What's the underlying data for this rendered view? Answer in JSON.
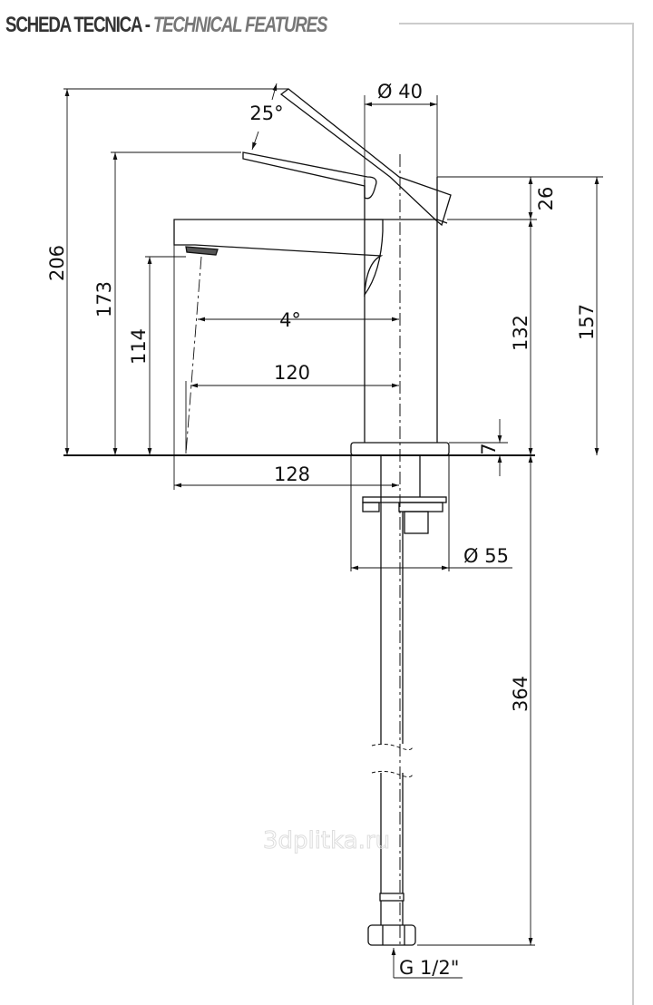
{
  "header": {
    "title_it": "SCHEDA TECNICA",
    "separator": "-",
    "title_en": "TECHNICAL FEATURES"
  },
  "dimensions": {
    "overall_height": "206",
    "lever_height": "173",
    "spout_outlet_height": "114",
    "lever_thickness": "26",
    "spout_height": "132",
    "body_height": "157",
    "base_thickness": "7",
    "body_diameter": "Ø 40",
    "base_diameter": "Ø 55",
    "lever_angle": "25°",
    "flow_angle": "4°",
    "spout_reach": "120",
    "overall_reach": "128",
    "hose_length": "364",
    "connection": "G 1/2\""
  },
  "watermark": "3dplitka.ru",
  "colors": {
    "line": "#111111",
    "header_dark": "#333333",
    "header_light": "#777777",
    "frame": "#cccccc"
  }
}
